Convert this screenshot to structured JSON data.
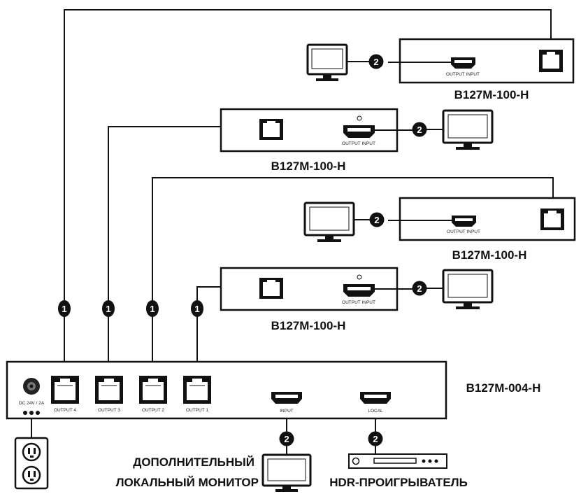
{
  "remote_model": "B127M-100-H",
  "main_unit": {
    "model": "B127M-004-H",
    "power_label": "DC 24V / 2A",
    "port_labels": [
      "OUTPUT 4",
      "OUTPUT 3",
      "OUTPUT 2",
      "OUTPUT 1",
      "INPUT",
      "LOCAL"
    ]
  },
  "receiver_port_label": "OUTPUT INPUT",
  "markers": {
    "ethernet": "1",
    "hdmi": "2"
  },
  "devices": {
    "local_monitor": "ДОПОЛНИТЕЛЬНЫЙ ЛОКАЛЬНЫЙ МОНИТОР",
    "local_monitor_line1": "ДОПОЛНИТЕЛЬНЫЙ",
    "local_monitor_line2": "ЛОКАЛЬНЫЙ МОНИТОР",
    "hdr_player": "HDR-ПРОИГРЫВАТЕЛЬ"
  },
  "colors": {
    "line": "#111111",
    "marker_fill": "#111111",
    "marker_text": "#ffffff",
    "background": "#ffffff"
  }
}
